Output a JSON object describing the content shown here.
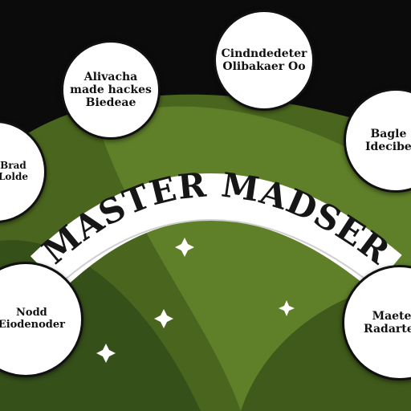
{
  "diagram": {
    "title": "MASTER MADSER",
    "nodes": [
      {
        "label": "Alivacha\nmade hackes\nBiedeae"
      },
      {
        "label": "Cindndedeter\nOlibakaer Oo"
      },
      {
        "label": "Bagle\nIdecibe"
      },
      {
        "label": "Brad\nLolde"
      },
      {
        "label": "Nodd\nEiodenoder"
      },
      {
        "label": "Maete\nRadarter"
      }
    ],
    "colors": {
      "background": "#0b0b0b",
      "green_dark": "#3d5518",
      "green_mid": "#5a7a26",
      "green_light": "#6f8f2f",
      "arc_band": "#ffffff",
      "node_fill": "#ffffff",
      "node_border": "#111111",
      "sparkle": "#ffffff"
    },
    "decorations": {
      "sparkle_icon": "four-point-star"
    }
  }
}
